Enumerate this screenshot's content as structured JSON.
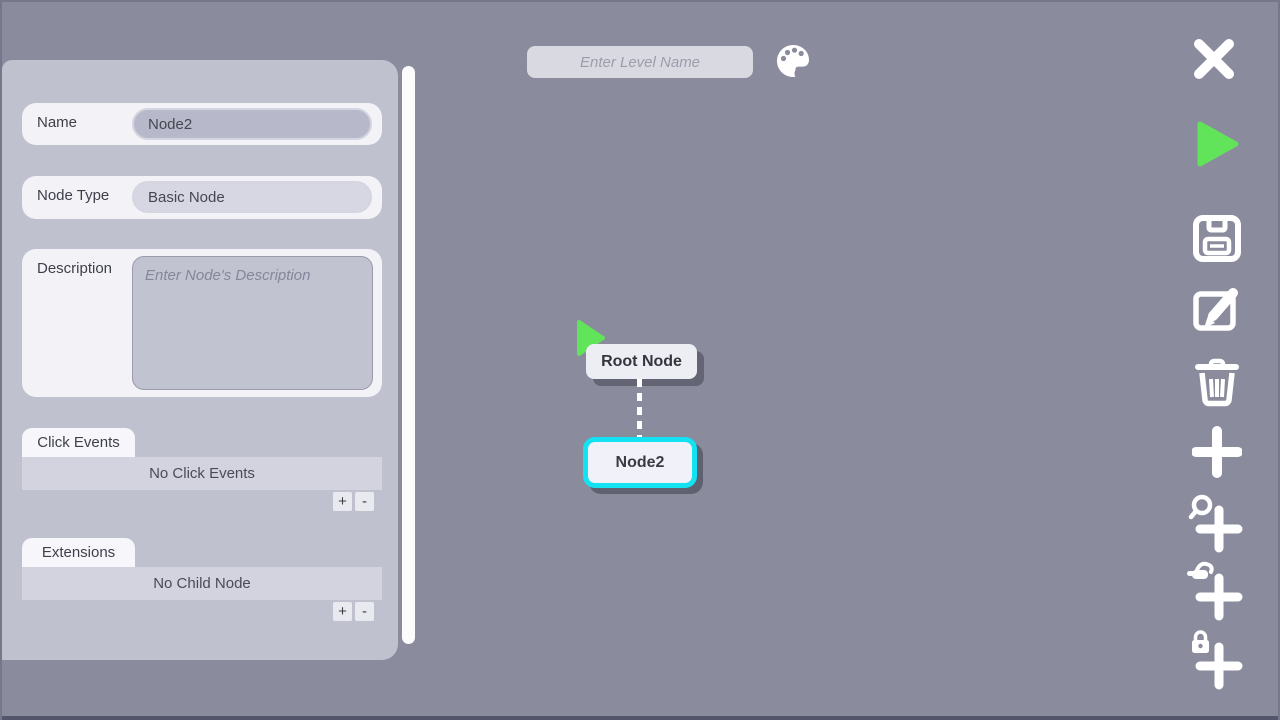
{
  "top_bar": {
    "level_name_placeholder": "Enter Level Name",
    "palette_icon": "palette-icon"
  },
  "inspector": {
    "name": {
      "label": "Name",
      "value": "Node2"
    },
    "node_type": {
      "label": "Node Type",
      "value": "Basic Node"
    },
    "description": {
      "label": "Description",
      "placeholder": "Enter Node's Description"
    },
    "click_events": {
      "title": "Click Events",
      "empty": "No Click Events",
      "add": "+",
      "remove": "-"
    },
    "extensions": {
      "title": "Extensions",
      "empty": "No Child Node",
      "add": "+",
      "remove": "-"
    }
  },
  "canvas": {
    "root_node": {
      "label": "Root Node",
      "has_play_marker": true
    },
    "node2": {
      "label": "Node2",
      "selected": true
    }
  },
  "toolbar": {
    "icons": [
      "close-icon",
      "play-icon",
      "save-icon",
      "edit-icon",
      "trash-icon",
      "add-node-icon",
      "zoom-add-icon",
      "drag-add-icon",
      "lock-add-icon"
    ]
  },
  "colors": {
    "background": "#8a8c9d",
    "panel": "#bfc1ce",
    "selection_cyan": "#12e2f1",
    "play_green": "#62e45a",
    "node_shadow": "#5f6170"
  }
}
